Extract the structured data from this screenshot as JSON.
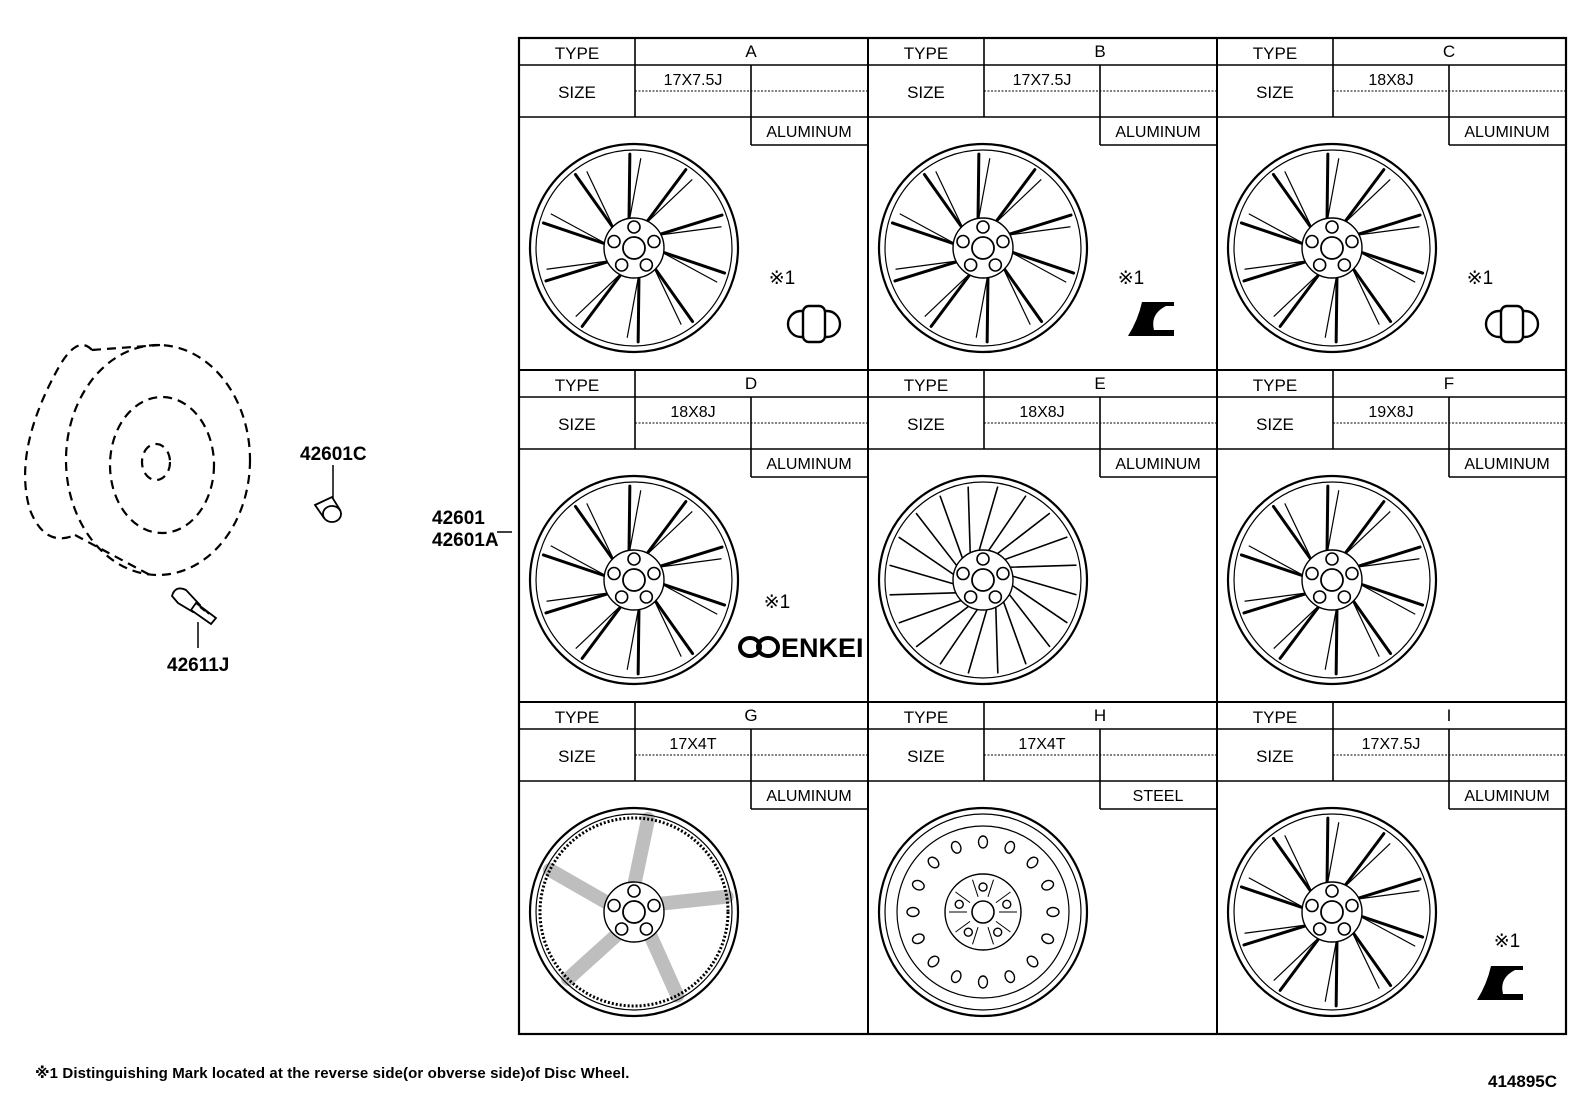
{
  "parts": {
    "cap": "42601C",
    "wheel_main": "42601",
    "wheel_alt": "42601A",
    "valve": "42611J"
  },
  "header_labels": {
    "type": "TYPE",
    "size": "SIZE"
  },
  "mark_note": "※1",
  "wheels": [
    {
      "type": "A",
      "size": "17X7.5J",
      "material": "ALUMINUM",
      "has_mark_note": true,
      "emblem": "sensor"
    },
    {
      "type": "B",
      "size": "17X7.5J",
      "material": "ALUMINUM",
      "has_mark_note": true,
      "emblem": "stamp"
    },
    {
      "type": "C",
      "size": "18X8J",
      "material": "ALUMINUM",
      "has_mark_note": true,
      "emblem": "sensor"
    },
    {
      "type": "D",
      "size": "18X8J",
      "material": "ALUMINUM",
      "has_mark_note": true,
      "emblem": "enkei"
    },
    {
      "type": "E",
      "size": "18X8J",
      "material": "ALUMINUM",
      "has_mark_note": false,
      "emblem": "none"
    },
    {
      "type": "F",
      "size": "19X8J",
      "material": "ALUMINUM",
      "has_mark_note": false,
      "emblem": "none"
    },
    {
      "type": "G",
      "size": "17X4T",
      "material": "ALUMINUM",
      "has_mark_note": false,
      "emblem": "none"
    },
    {
      "type": "H",
      "size": "17X4T",
      "material": "STEEL",
      "has_mark_note": false,
      "emblem": "none"
    },
    {
      "type": "I",
      "size": "17X7.5J",
      "material": "ALUMINUM",
      "has_mark_note": true,
      "emblem": "stamp"
    }
  ],
  "enkei_logo_text": "ENKEI",
  "footnote": "※1 Distinguishing Mark located at the reverse side(or obverse side)of Disc Wheel.",
  "doc_id": "414895C"
}
